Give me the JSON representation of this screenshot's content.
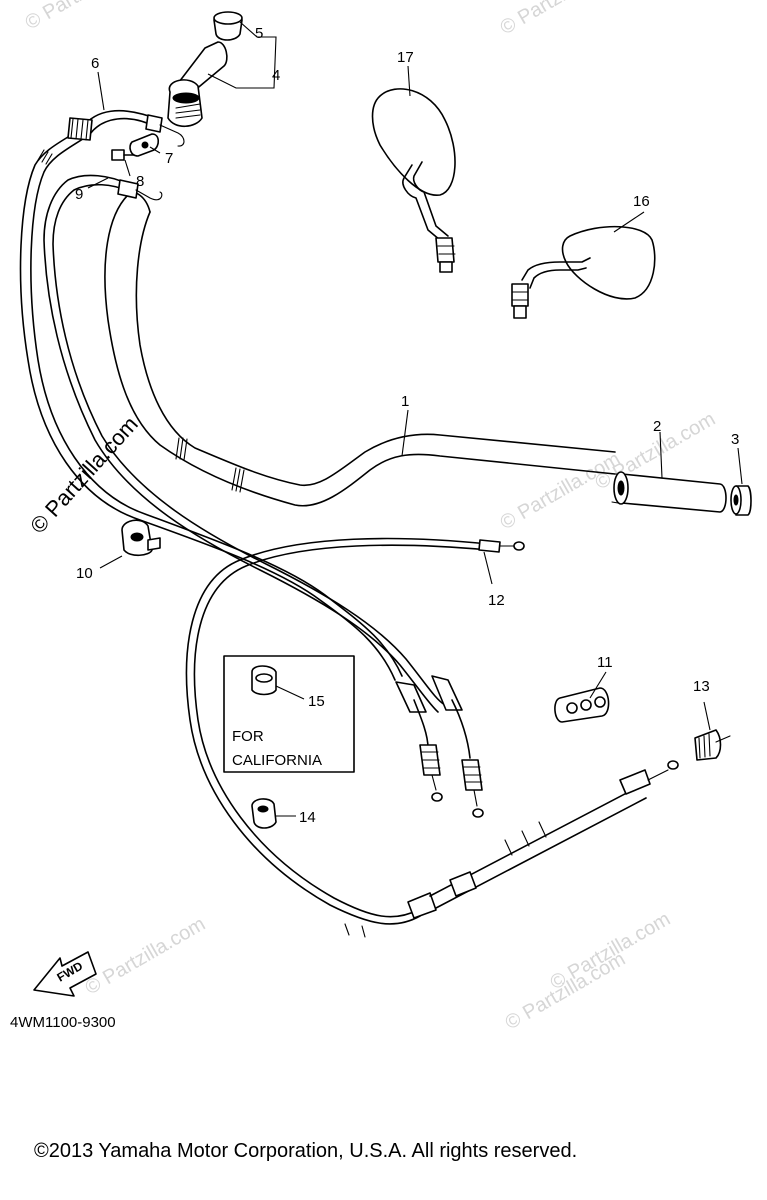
{
  "watermark": {
    "text": "© Partzilla.com",
    "side_text": "© Partzilla.com"
  },
  "callouts": [
    "1",
    "2",
    "3",
    "4",
    "5",
    "6",
    "7",
    "8",
    "9",
    "10",
    "11",
    "12",
    "13",
    "14",
    "15",
    "16",
    "17"
  ],
  "california_box": {
    "line1": "FOR",
    "line2": "CALIFORNIA"
  },
  "fwd_label": "FWD",
  "part_code": "4WM1100-9300",
  "copyright": "©2013 Yamaha Motor Corporation, U.S.A. All rights reserved."
}
